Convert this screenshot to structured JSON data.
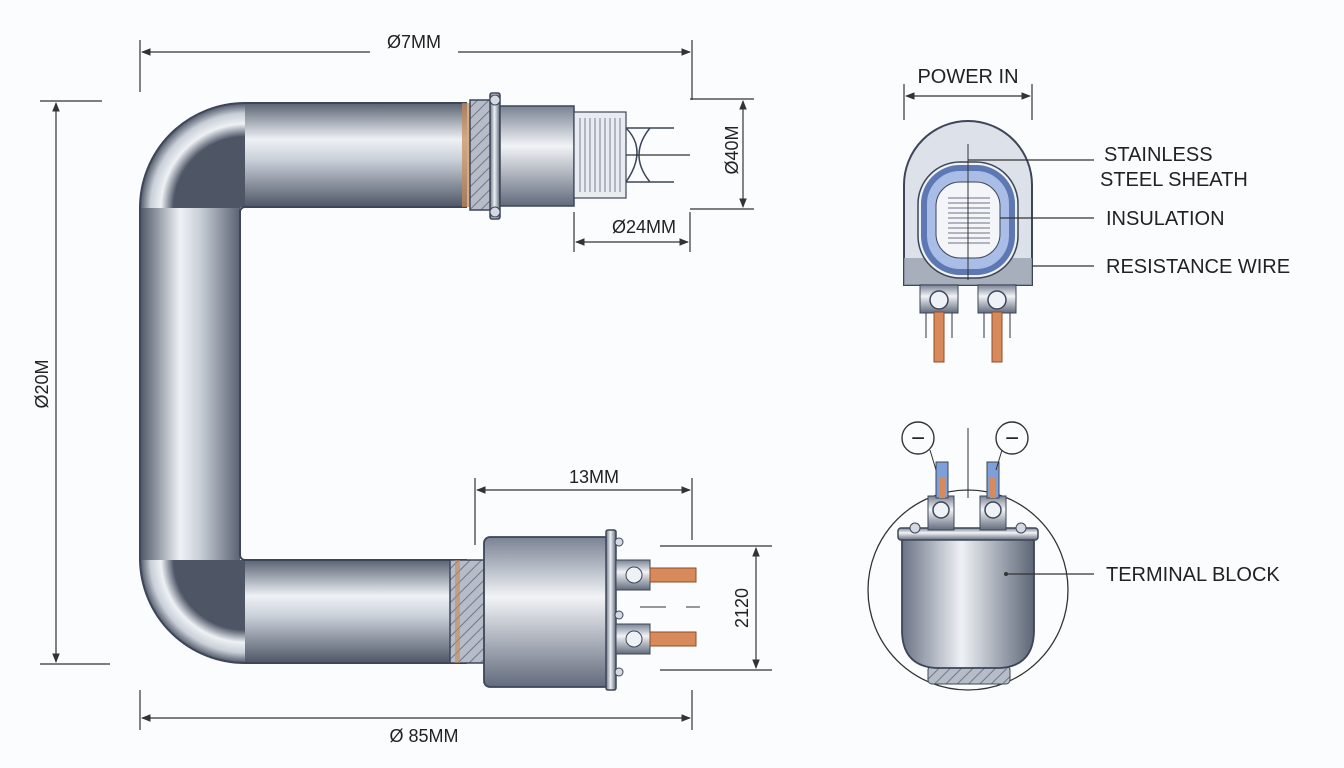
{
  "dimensions": {
    "top_width": "Ø7MM",
    "left_height": "Ø20M",
    "right_top_height": "Ø40M",
    "inner_24": "Ø24MM",
    "lower_13": "13MM",
    "lower_height": "2120",
    "bottom_width": "Ø 85MM"
  },
  "cross_section": {
    "power_in": "POWER IN",
    "labels": {
      "stainless_line1": "STAINLESS",
      "stainless_line2": "STEEL SHEATH",
      "insulation": "INSULATION",
      "resistance_wire": "RESISTANCE WIRE"
    }
  },
  "terminal_view": {
    "label": "TERMINAL BLOCK",
    "polarity_left": "−",
    "polarity_right": "−"
  },
  "colors": {
    "steel_dark": "#5a6373",
    "steel_light": "#eef1f5",
    "outline": "#3d4658",
    "insulation_blue": "#7f9fd8",
    "copper": "#d98a5b"
  }
}
